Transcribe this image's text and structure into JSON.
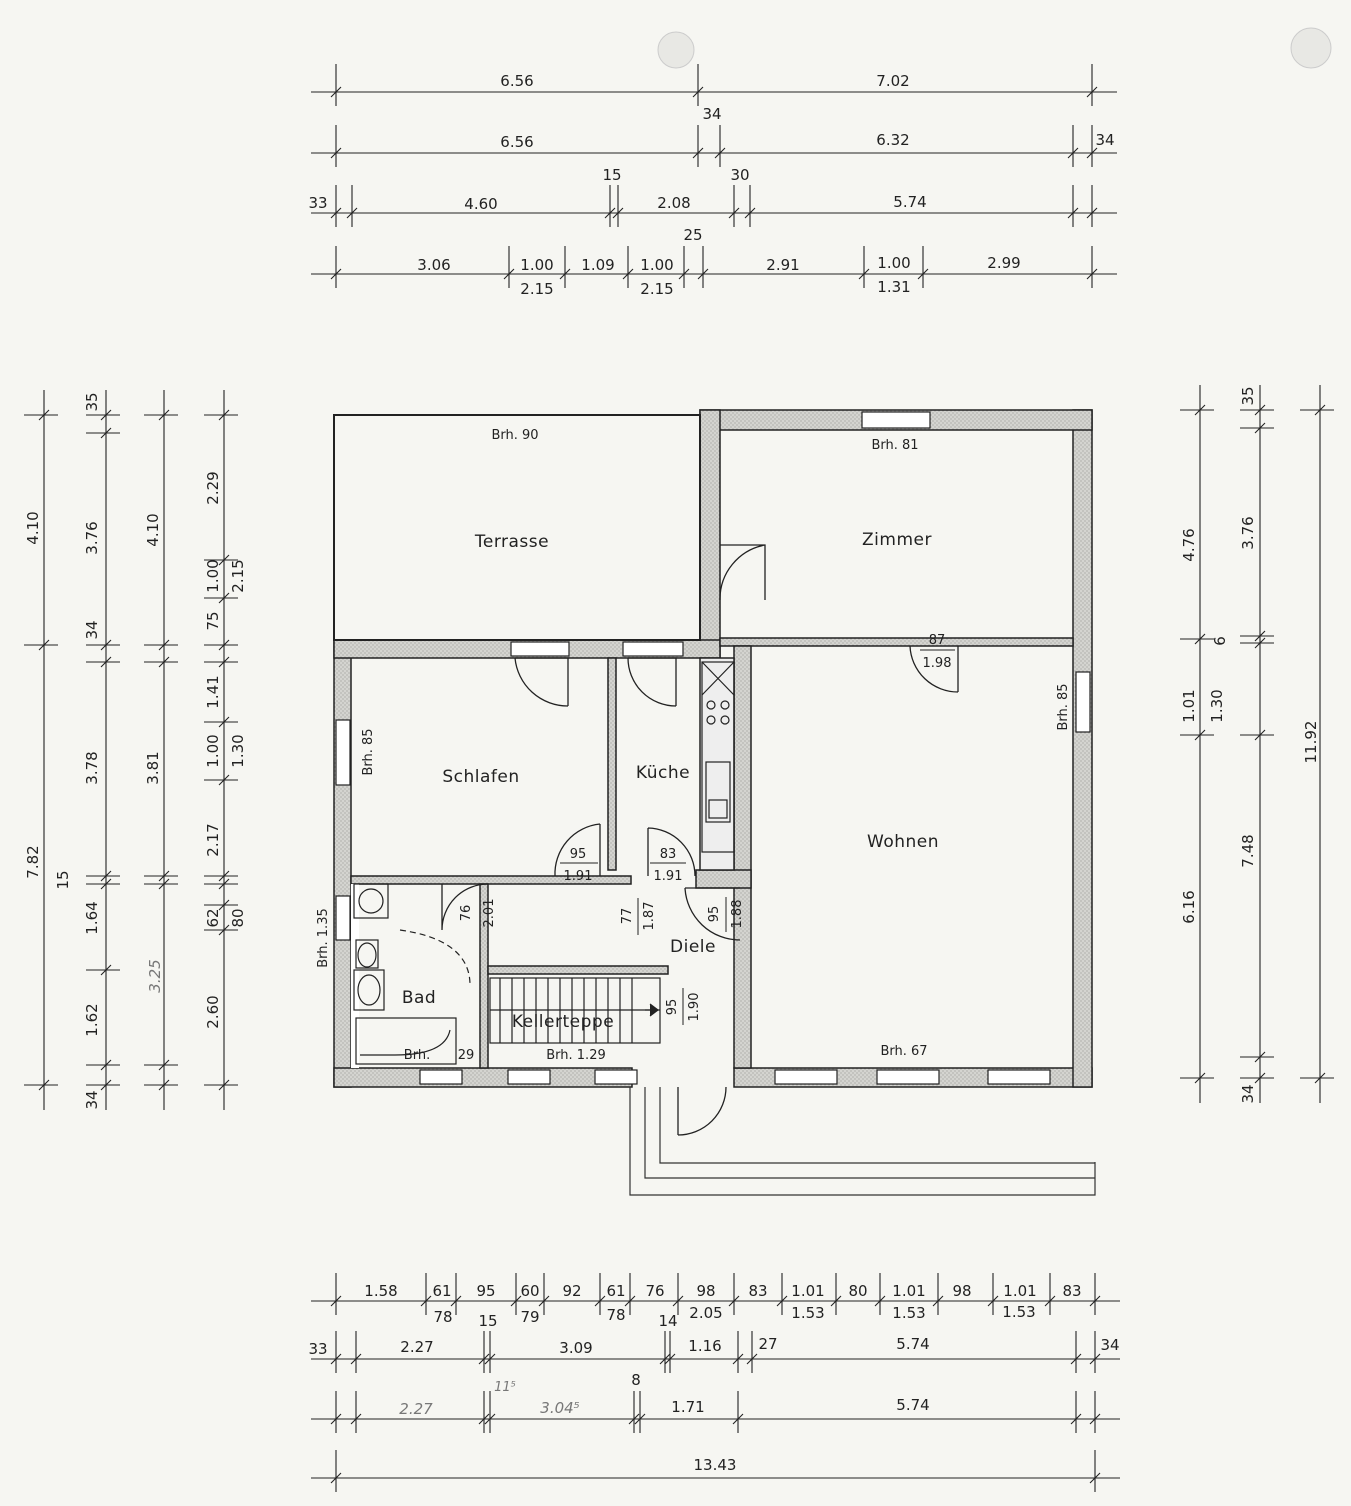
{
  "rooms": {
    "terrasse": "Terrasse",
    "zimmer": "Zimmer",
    "schlafen": "Schlafen",
    "kueche": "Küche",
    "wohnen": "Wohnen",
    "diele": "Diele",
    "bad": "Bad",
    "kellertreppe": "Kellerteppe"
  },
  "brh": {
    "terrasse": "Brh. 90",
    "zimmer": "Brh. 81",
    "wohnen_right": "Brh. 85",
    "schlafen": "Brh. 85",
    "bad_left": "Brh. 1.35",
    "bad_bottom": "Brh.",
    "bad_bottom_val": "29",
    "treppe": "Brh. 1.29",
    "wohnen_bottom": "Brh. 67"
  },
  "doors": {
    "zimmer_w": "87",
    "zimmer_h": "1.98",
    "schlafen_w": "95",
    "schlafen_h": "1.91",
    "kueche_w": "83",
    "kueche_h": "1.91",
    "bad_w": "76",
    "bad_h": "2.01",
    "diele_w": "77",
    "diele_h": "1.87",
    "wohnen_w": "95",
    "wohnen_h": "1.88",
    "entry_w": "95",
    "entry_h": "1.90"
  },
  "top_dims": {
    "r1": [
      "6.56",
      "7.02"
    ],
    "r2": [
      "6.56",
      "6.32",
      "34",
      "34"
    ],
    "r3": [
      "33",
      "4.60",
      "15",
      "2.08",
      "30",
      "5.74",
      "25"
    ],
    "r4_top": [
      "3.06",
      "1.00",
      "1.09",
      "1.00",
      "2.91",
      "1.00",
      "2.99"
    ],
    "r4_bottom": [
      "2.15",
      "2.15",
      "1.31"
    ]
  },
  "bottom_dims": {
    "r1_top": [
      "1.58",
      "61",
      "95",
      "60",
      "92",
      "61",
      "76",
      "98",
      "83",
      "1.01",
      "80",
      "1.01",
      "98",
      "1.01",
      "83"
    ],
    "r1_bottom": [
      "78",
      "15",
      "79",
      "78",
      "14",
      "2.05",
      "1.53",
      "1.53",
      "1.53"
    ],
    "r2": [
      "33",
      "2.27",
      "3.09",
      "1.16",
      "27",
      "5.74",
      "34"
    ],
    "r3": [
      "2.27",
      "11⁵",
      "3.04⁵",
      "8",
      "1.71",
      "5.74"
    ],
    "total": "13.43"
  },
  "left_dims": {
    "c1": [
      "4.10",
      "7.82"
    ],
    "c2": [
      "35",
      "3.76",
      "34",
      "3.78",
      "15",
      "1.64",
      "1.62",
      "34"
    ],
    "c3": [
      "4.10",
      "3.81",
      "3.25"
    ],
    "c4": [
      "2.29",
      "1.00",
      "75",
      "1.41",
      "1.00",
      "2.17",
      "62",
      "2.60"
    ],
    "c5": [
      "2.15",
      "1.30",
      "80"
    ]
  },
  "right_dims": {
    "c1": [
      "4.76",
      "1.01",
      "6.16"
    ],
    "c2": [
      "35",
      "3.76",
      "6",
      "1.30",
      "7.48",
      "34"
    ],
    "c3": [
      "11.92"
    ]
  }
}
